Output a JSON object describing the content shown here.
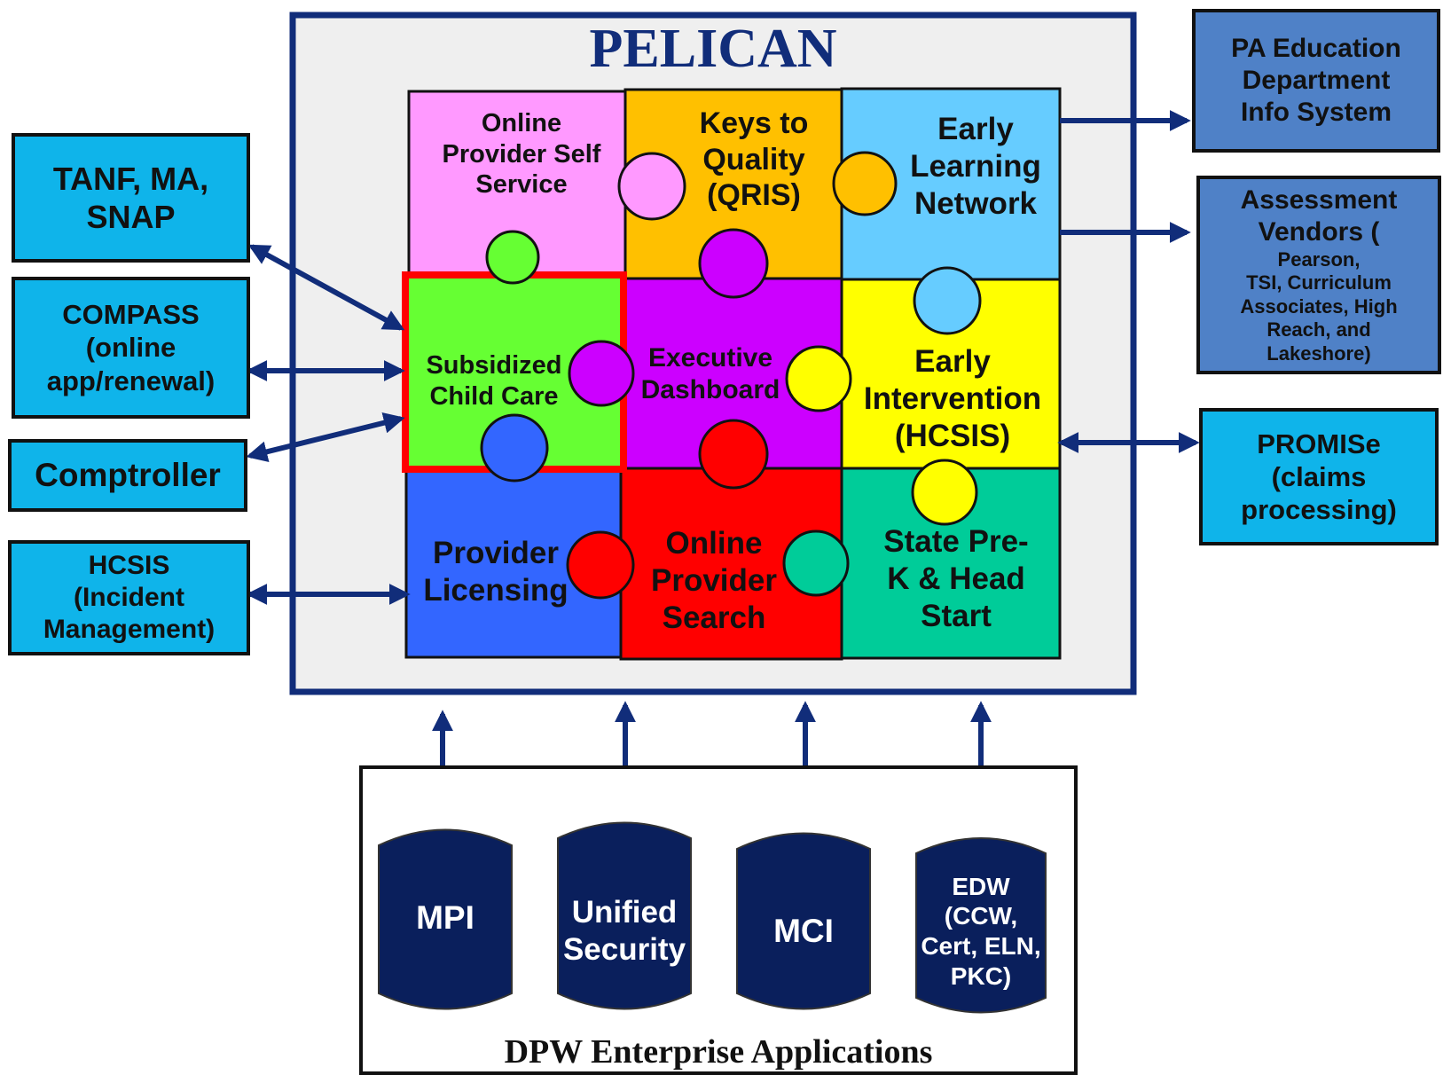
{
  "title": "PELICAN",
  "enterprise_title": "DPW Enterprise Applications",
  "puzzle": {
    "online_provider_self_service": [
      "Online",
      "Provider Self",
      "Service"
    ],
    "keys_to_quality": [
      "Keys to",
      "Quality",
      "(QRIS)"
    ],
    "early_learning_network": [
      "Early",
      "Learning",
      "Network"
    ],
    "subsidized_child_care": [
      "Subsidized",
      "Child Care"
    ],
    "executive_dashboard": [
      "Executive",
      "Dashboard"
    ],
    "early_intervention": [
      "Early",
      "Intervention",
      "(HCSIS)"
    ],
    "provider_licensing": [
      "Provider",
      "Licensing"
    ],
    "online_provider_search": [
      "Online",
      "Provider",
      "Search"
    ],
    "state_prek_head_start": [
      "State Pre-",
      "K & Head",
      "Start"
    ]
  },
  "left_systems": {
    "tanf": [
      "TANF, MA,",
      "SNAP"
    ],
    "compass": [
      "COMPASS",
      "(online",
      "app/renewal)"
    ],
    "comptroller": [
      "Comptroller"
    ],
    "hcsis_incident": [
      "HCSIS",
      "(Incident",
      "Management)"
    ]
  },
  "right_systems": {
    "pa_education": [
      "PA Education",
      "Department",
      "Info System"
    ],
    "assessment_title": "Assessment",
    "assessment_vendors_word": "Vendors (",
    "assessment_vendors_list": [
      "Pearson,",
      "TSI, Curriculum",
      "Associates, High",
      "Reach, and",
      "Lakeshore)"
    ],
    "promise": [
      "PROMISe",
      "(claims",
      "processing)"
    ]
  },
  "databases": {
    "mpi": [
      "MPI"
    ],
    "unified_security": [
      "Unified",
      "Security"
    ],
    "mci": [
      "MCI"
    ],
    "edw": [
      "EDW",
      "(CCW,",
      "Cert, ELN,",
      "PKC)"
    ]
  },
  "colors": {
    "navy": "#112d7a",
    "pelican_bg": "#efefef",
    "pink": "#ff99ff",
    "orange": "#ffc000",
    "light_blue": "#66ccff",
    "green": "#66ff33",
    "purple": "#cc00ff",
    "yellow": "#ffff00",
    "blue": "#3366ff",
    "red": "#ff0000",
    "teal": "#00cc99",
    "highlight": "#ff0000",
    "side_box": "#0fb4ea",
    "side_box_dark": "#4f81c7",
    "db_fill": "#0a1f5c"
  }
}
